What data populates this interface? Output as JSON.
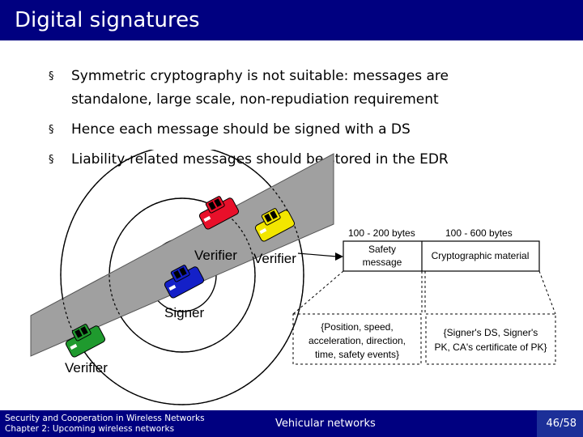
{
  "header": {
    "title": "Digital signatures"
  },
  "bullets": [
    {
      "line1": "Symmetric cryptography is not suitable: messages are",
      "line2": "standalone, large scale, non-repudiation requirement"
    },
    {
      "text": "Hence each message should be signed with a DS"
    },
    {
      "text": "Liability-related messages should be stored in the EDR"
    }
  ],
  "bullet_marker": "§",
  "diagram": {
    "labels": {
      "verifier_red": "Verifier",
      "verifier_yellow": "Verifier",
      "signer": "Signer",
      "verifier_green": "Verifier"
    },
    "message": {
      "size1": "100 - 200 bytes",
      "size2": "100 - 600 bytes",
      "safety_line1": "Safety",
      "safety_line2": "message",
      "crypto": "Cryptographic material",
      "safety_detail": [
        "{Position, speed,",
        "acceleration, direction,",
        "time, safety events}"
      ],
      "crypto_detail": [
        "{Signer's DS, Signer's",
        "PK, CA's certificate of PK}"
      ]
    },
    "car_colors": {
      "red": "#e8102a",
      "yellow": "#f2e600",
      "blue": "#1420c8",
      "green": "#1f9a2e"
    },
    "road_color": "#a0a0a0"
  },
  "footer": {
    "line1": "Security and Cooperation in Wireless Networks",
    "line2": "Chapter 2: Upcoming wireless networks",
    "section": "Vehicular networks",
    "page": "46/58"
  }
}
